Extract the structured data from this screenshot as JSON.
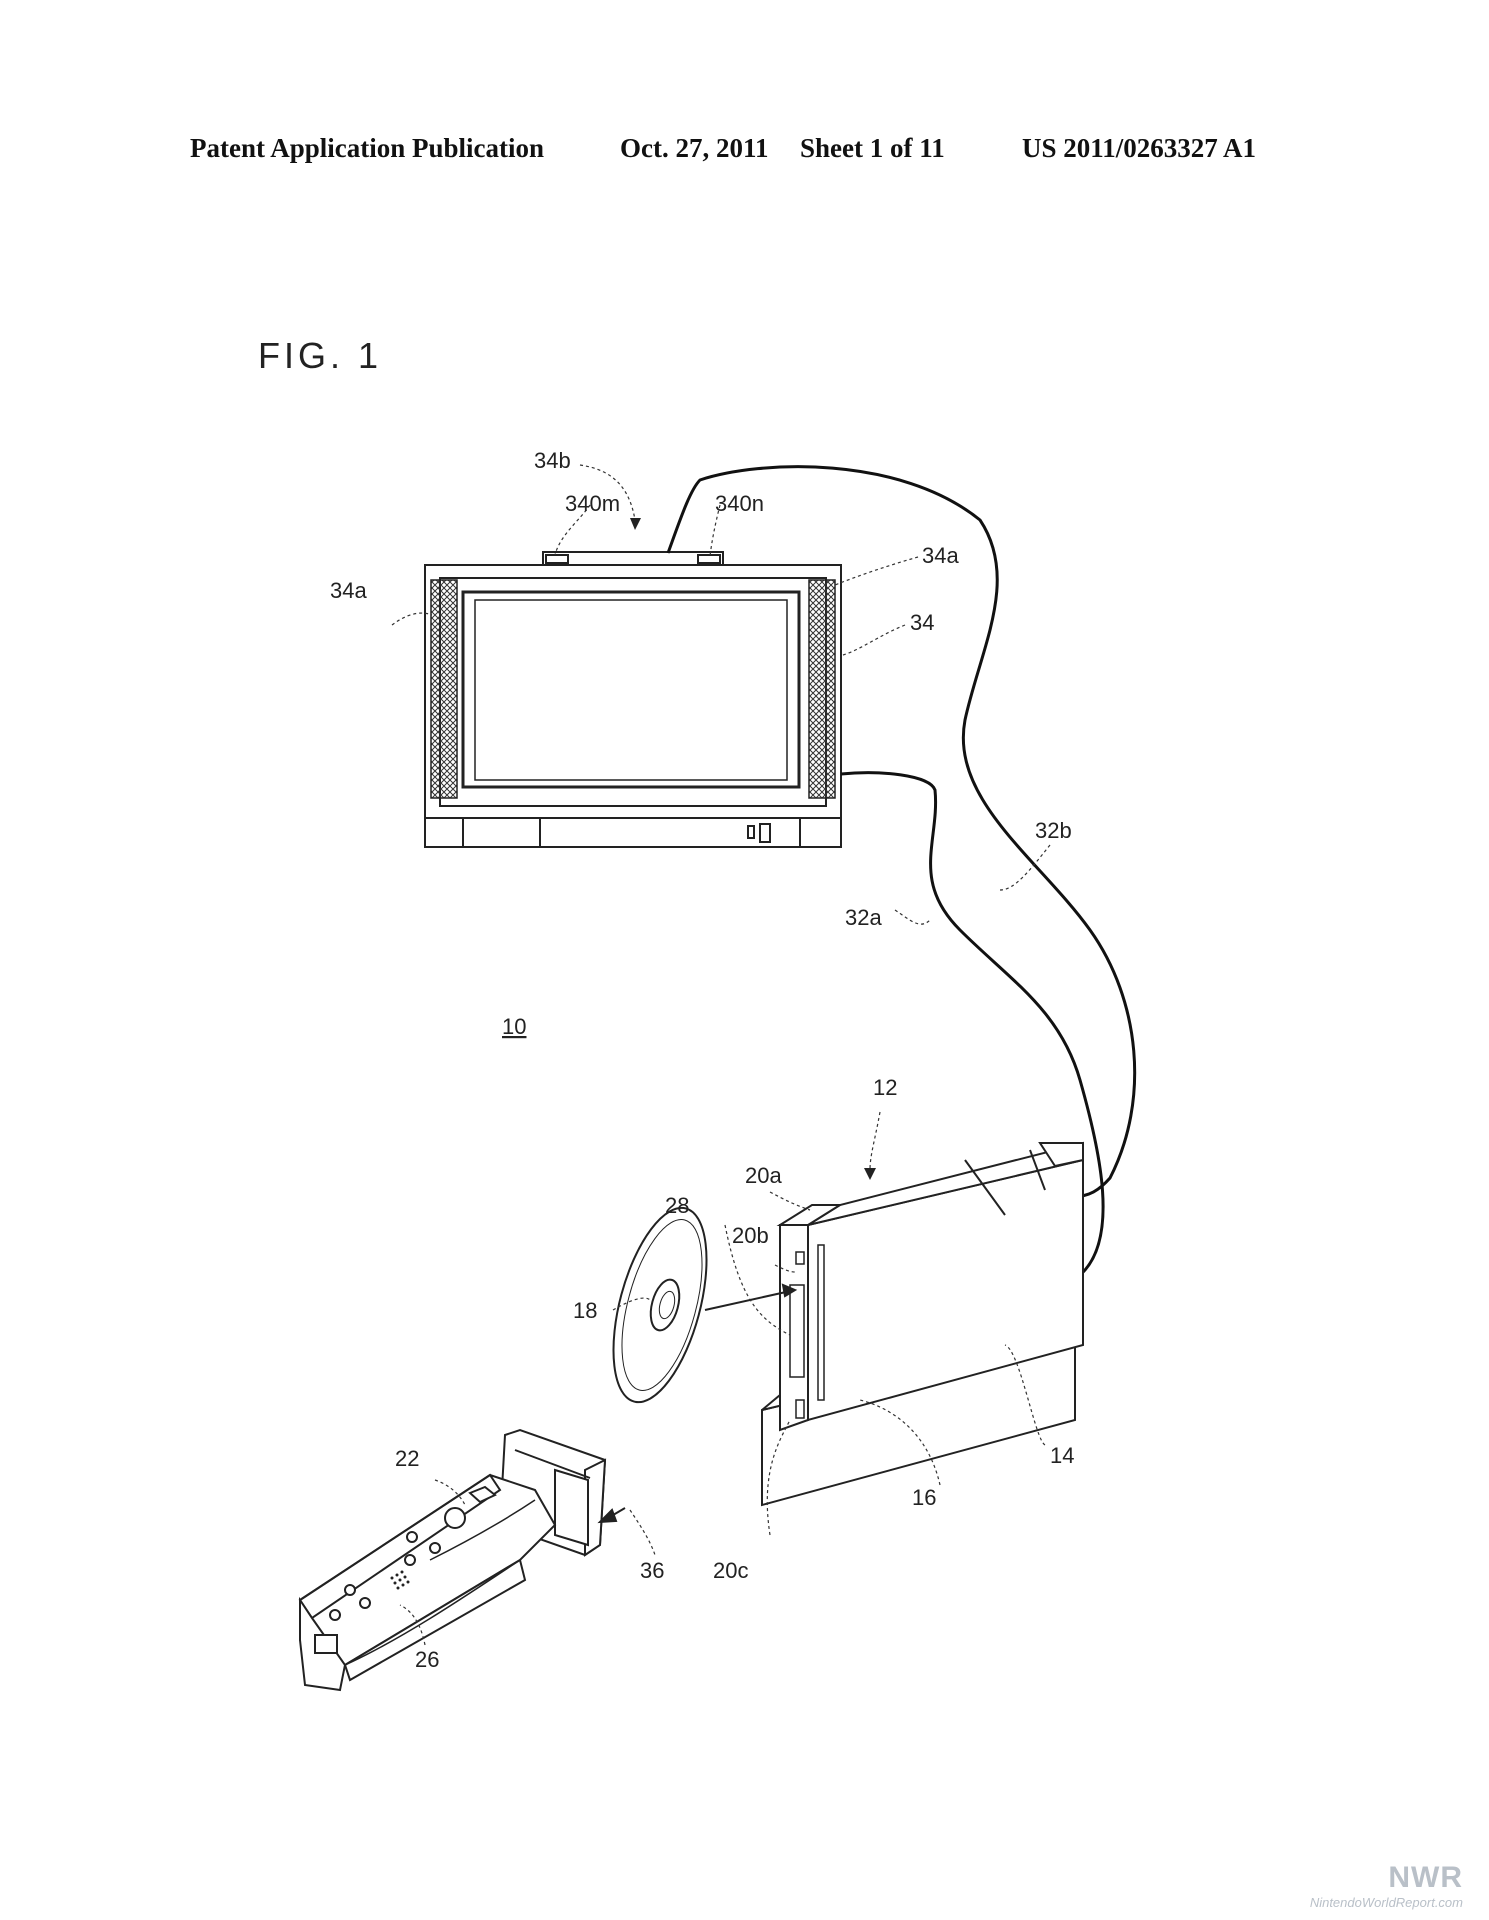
{
  "header": {
    "left": "Patent Application Publication",
    "date": "Oct. 27, 2011",
    "sheet": "Sheet 1 of 11",
    "number": "US 2011/0263327 A1"
  },
  "figure": {
    "title": "FIG. 1",
    "labels": {
      "l34b": "34b",
      "l340m": "340m",
      "l340n": "340n",
      "l34a_right": "34a",
      "l34a_left": "34a",
      "l34": "34",
      "l32b": "32b",
      "l32a": "32a",
      "l10": "10",
      "l12": "12",
      "l20a": "20a",
      "l28": "28",
      "l20b": "20b",
      "l18": "18",
      "l14": "14",
      "l22": "22",
      "l16": "16",
      "l36": "36",
      "l20c": "20c",
      "l26": "26"
    }
  },
  "watermark": {
    "logo": "NWR",
    "site": "NintendoWorldReport.com"
  }
}
